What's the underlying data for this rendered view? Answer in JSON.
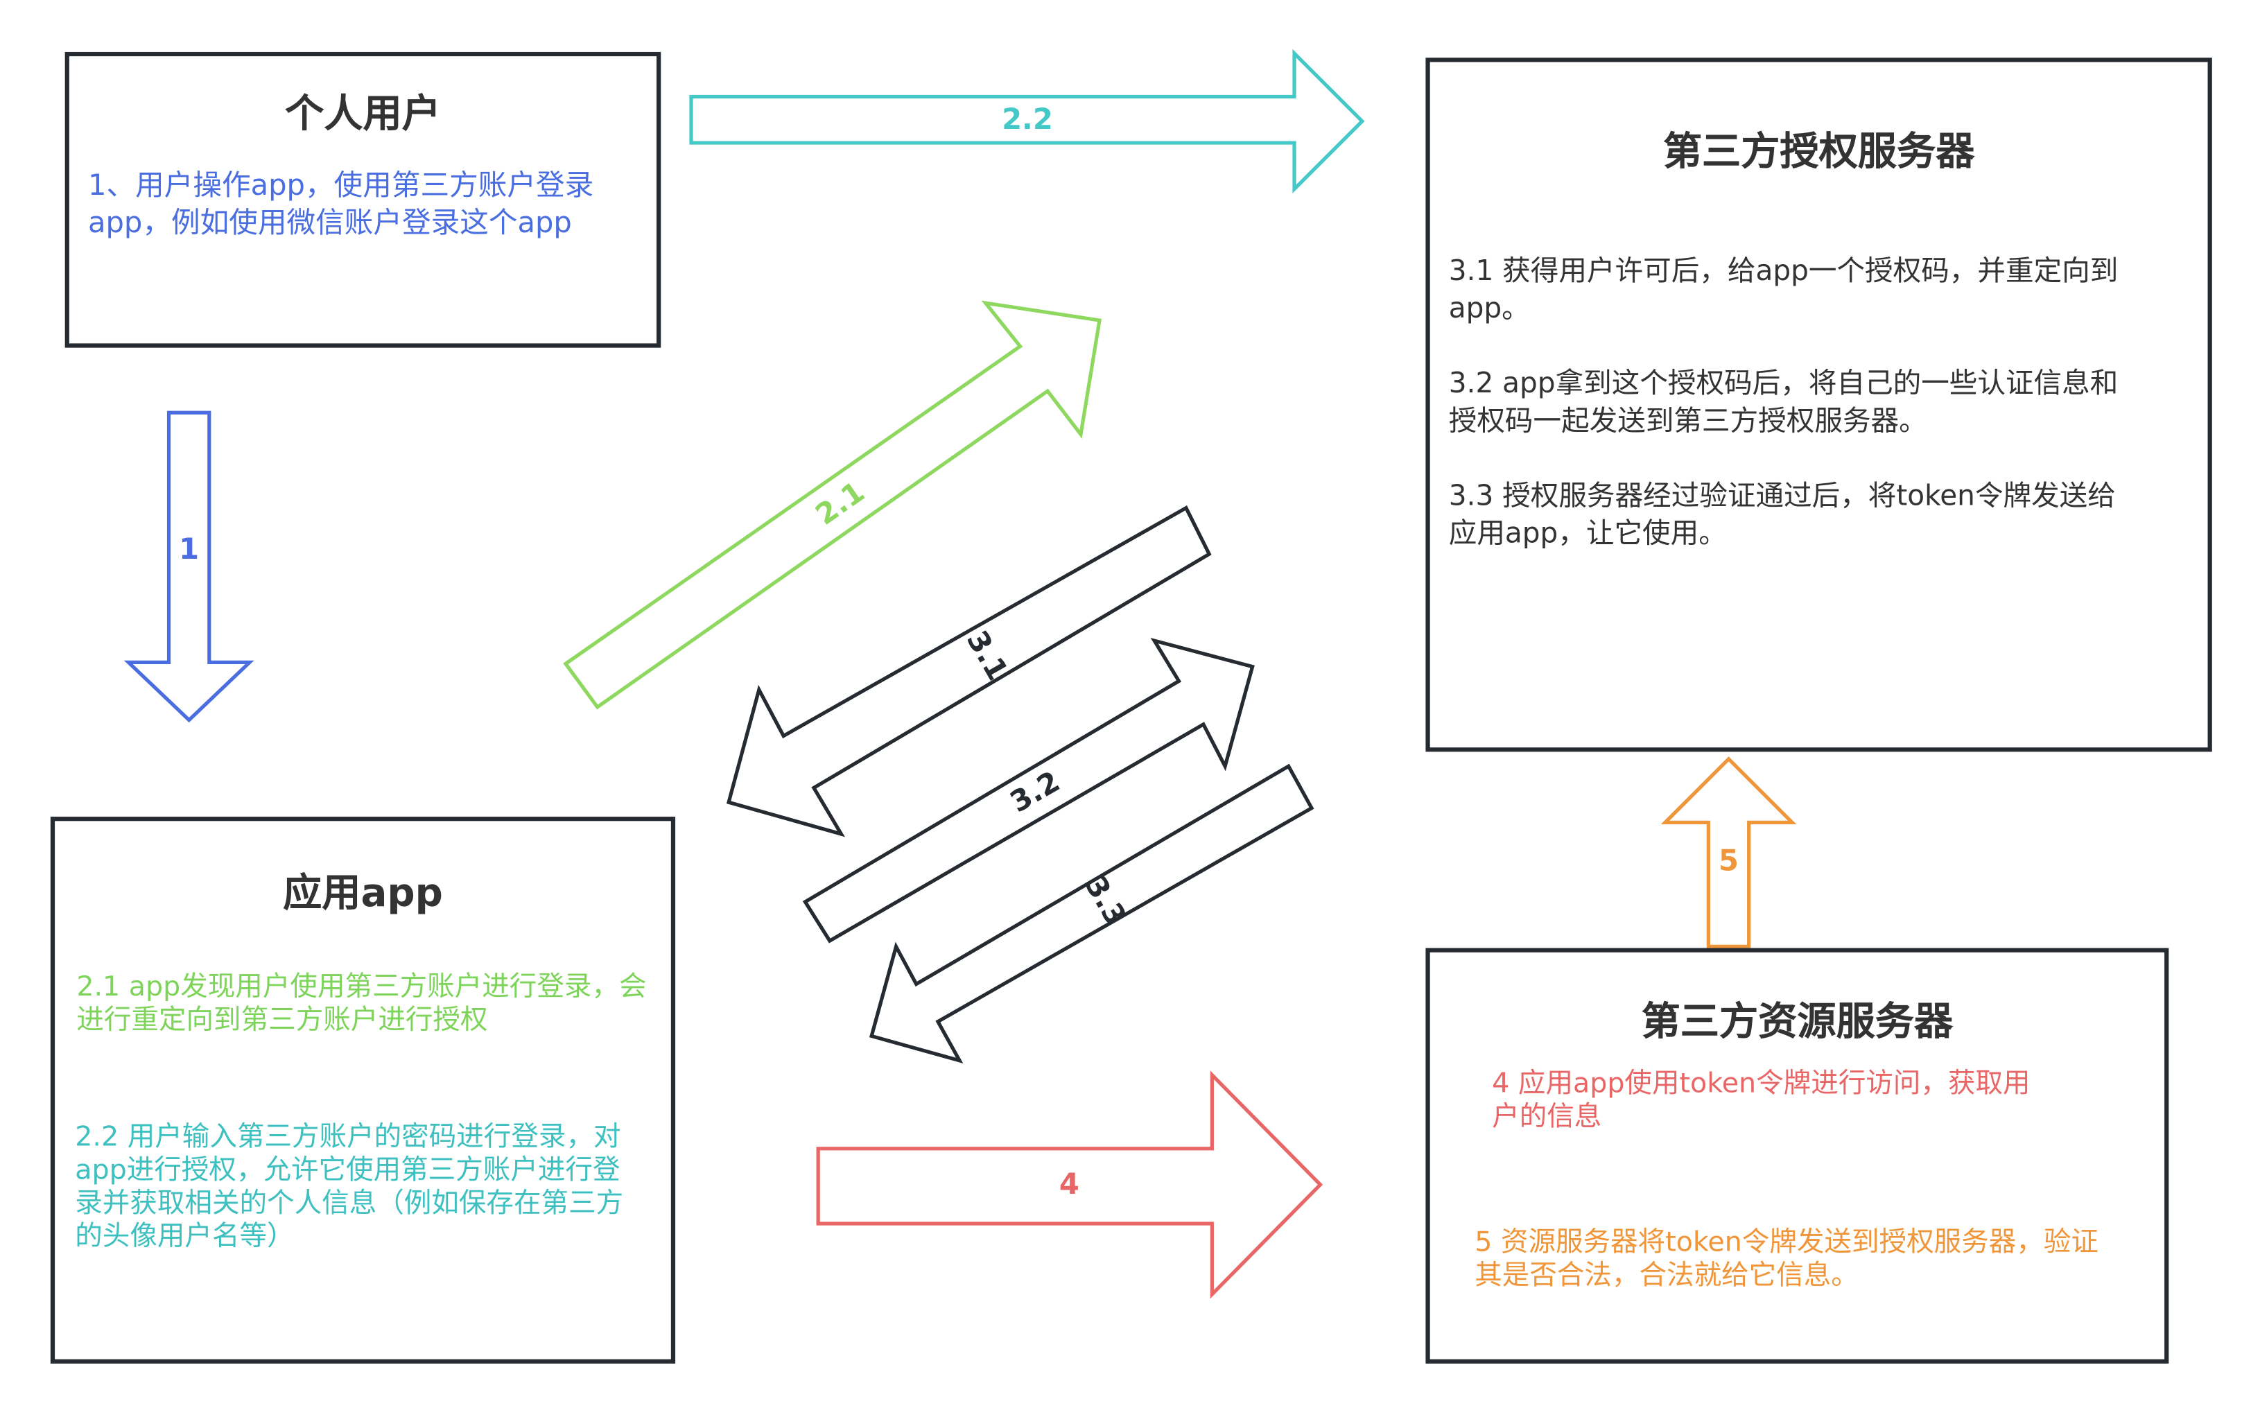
{
  "colors": {
    "blue": "#4a6ee0",
    "teal": "#45c8c8",
    "green": "#8ed85f",
    "dark": "#252b31",
    "red": "#e96666",
    "orange": "#f0963a"
  },
  "user_box": {
    "title": "个人用户",
    "lines": [
      "1、用户操作app，使用第三方账户登录",
      "app，例如使用微信账户登录这个app"
    ]
  },
  "auth_box": {
    "title": "第三方授权服务器",
    "paragraphs": [
      [
        "3.1 获得用户许可后，给app一个授权码，并重定向到",
        "app。"
      ],
      [
        "3.2 app拿到这个授权码后，将自己的一些认证信息和",
        "授权码一起发送到第三方授权服务器。"
      ],
      [
        "3.3 授权服务器经过验证通过后，将token令牌发送给",
        "应用app，让它使用。"
      ]
    ]
  },
  "app_box": {
    "title": "应用app",
    "step21": [
      "2.1 app发现用户使用第三方账户进行登录，会",
      "进行重定向到第三方账户进行授权"
    ],
    "step22": [
      "2.2 用户输入第三方账户的密码进行登录，对",
      "app进行授权，允许它使用第三方账户进行登",
      "录并获取相关的个人信息（例如保存在第三方",
      "的头像用户名等）"
    ]
  },
  "resource_box": {
    "title": "第三方资源服务器",
    "step4": [
      "4 应用app使用token令牌进行访问，获取用",
      "户的信息"
    ],
    "step5": [
      "5 资源服务器将token令牌发送到授权服务器，验证",
      "其是否合法，合法就给它信息。"
    ]
  },
  "arrows": {
    "a1": "1",
    "a21": "2.1",
    "a22": "2.2",
    "a31": "3.1",
    "a32": "3.2",
    "a33": "3.3",
    "a4": "4",
    "a5": "5"
  }
}
